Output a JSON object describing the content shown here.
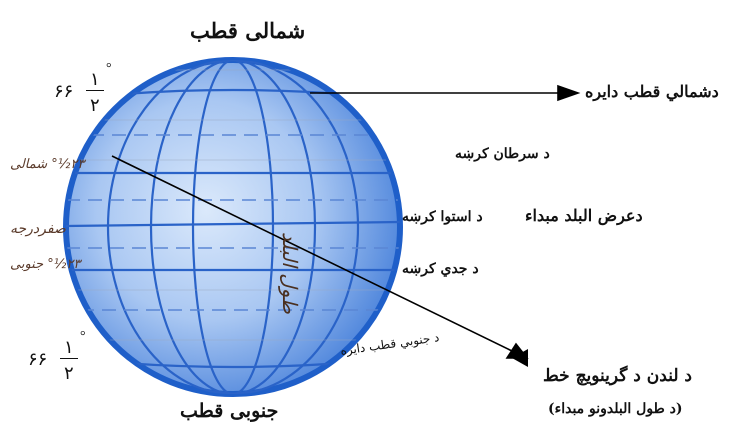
{
  "title_top": "شمالی قطب",
  "title_bottom": "جنوبی قطب",
  "labels": {
    "arctic_circle": "دشمالي قطب دايره",
    "tropic_cancer": "د سرطان کرښه",
    "latitude_origin": "دعرض البلد مبداء",
    "equator": "د استوا کرښه",
    "tropic_capricorn": "د جدي کرښه",
    "antarctic_circle": "د جنوبي قطب دايره",
    "greenwich_line": "د لندن د گرينويچ خط",
    "longitude_origin": "(د طول البلدونو مبداء)",
    "longitude_vertical": "طول البلد"
  },
  "left_labels": {
    "north_66_whole": "۶۶",
    "north_66_num": "۱",
    "north_66_den": "۲",
    "degree_sign": "°",
    "north_23": "۲۳½° شمالی",
    "zero_degree": "صفردرجه",
    "south_23": "۲۳½° جنوبی",
    "south_66_whole": "۶۶",
    "south_66_num": "۱",
    "south_66_den": "۲"
  },
  "colors": {
    "globe_fill": "#8fb6ee",
    "globe_edge": "#1f5fc9",
    "meridian": "#2a63c8",
    "dashed": "#5a86d4",
    "arrow": "#000000"
  }
}
